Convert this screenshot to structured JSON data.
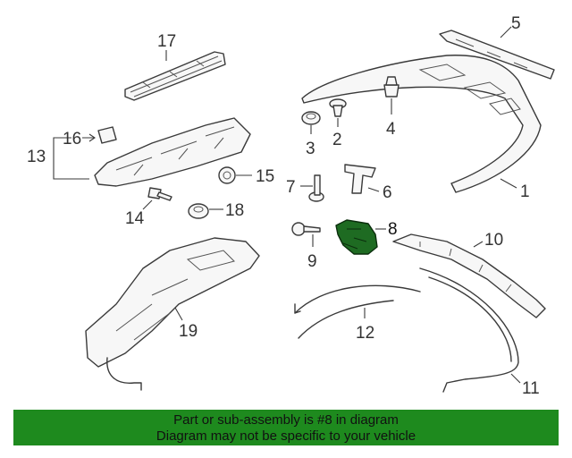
{
  "callouts": {
    "c1": "1",
    "c2": "2",
    "c3": "3",
    "c4": "4",
    "c5": "5",
    "c6": "6",
    "c7": "7",
    "c8": "8",
    "c9": "9",
    "c10": "10",
    "c11": "11",
    "c12": "12",
    "c13": "13",
    "c14": "14",
    "c15": "15",
    "c16": "16",
    "c17": "17",
    "c18": "18",
    "c19": "19"
  },
  "highlight": {
    "part_number": "8",
    "color": "#1e6b22"
  },
  "footer": {
    "line1": "Part or sub-assembly is #8 in diagram",
    "line2": "Diagram may not be specific to your vehicle",
    "background": "#1e8a1e"
  }
}
